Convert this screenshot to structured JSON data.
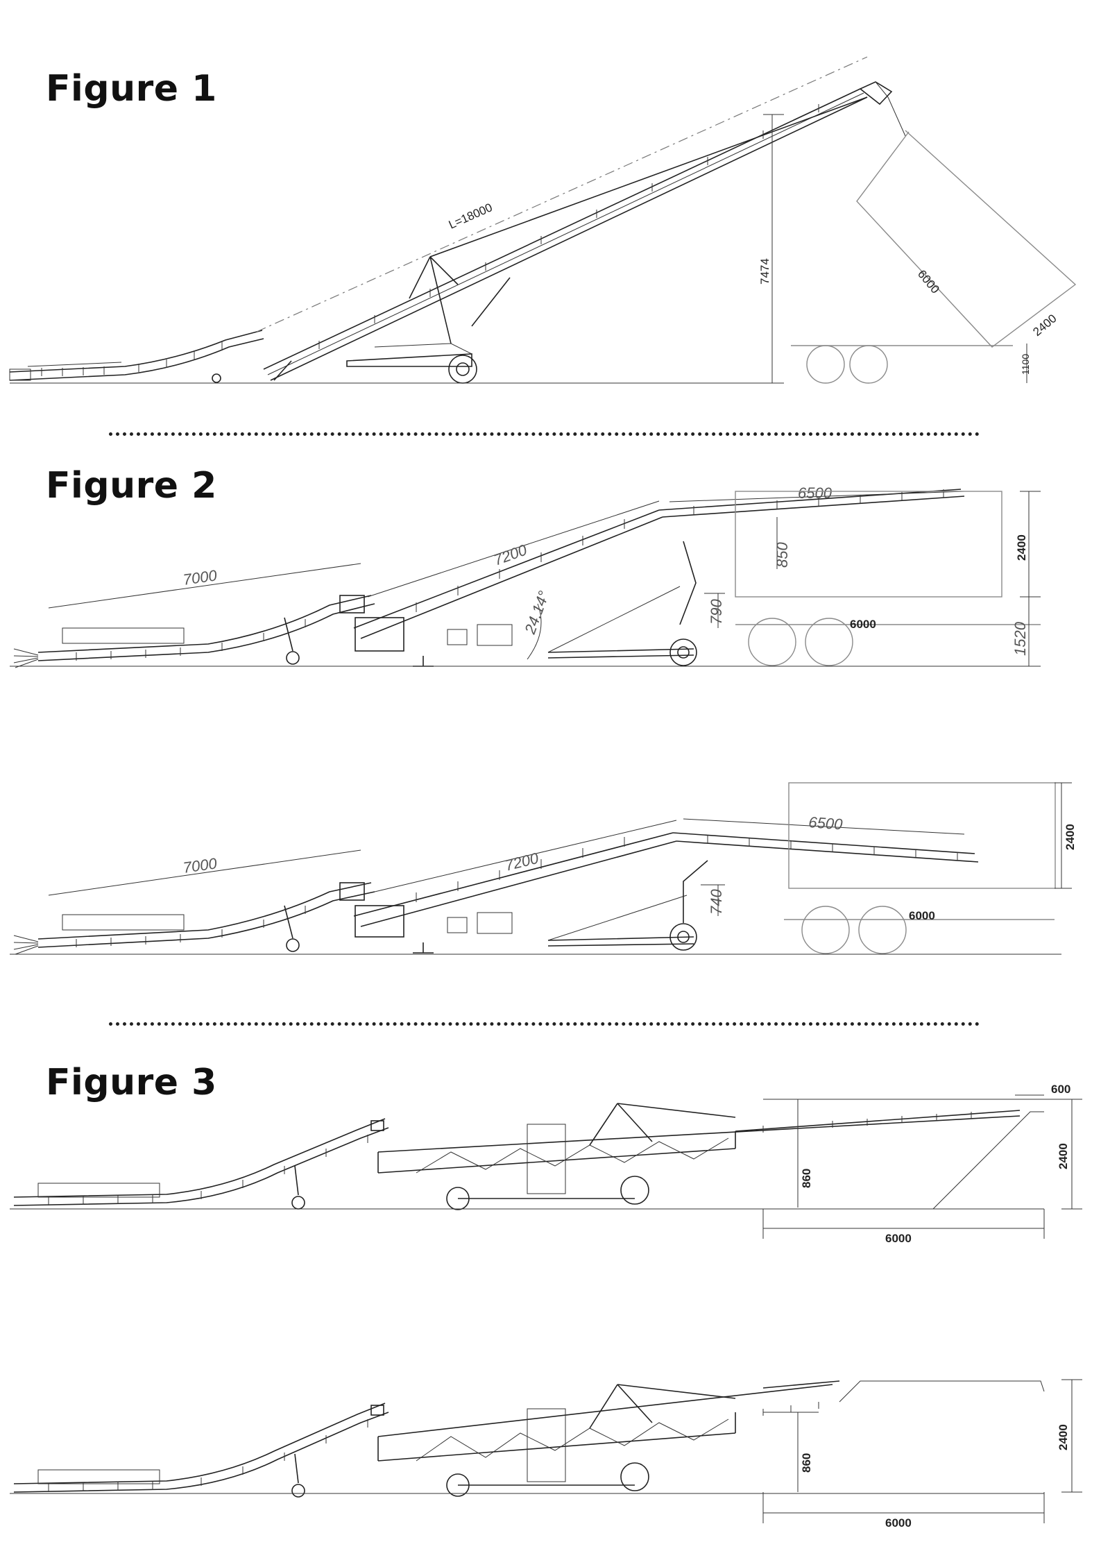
{
  "figures": [
    {
      "title": "Figure 1",
      "dims": {
        "length": "L=18000",
        "height": "7474",
        "truck_length": "6000",
        "truck_width": "2400",
        "truck_bed": "1100"
      }
    },
    {
      "title": "Figure 2",
      "upper": {
        "dims": {
          "feeder": "7000",
          "main": "7200",
          "top": "6500",
          "drop": "850",
          "leg": "790",
          "angle": "24.14°",
          "box_h": "2400",
          "truck_l": "6000",
          "truck_bed": "1520"
        }
      },
      "lower": {
        "dims": {
          "feeder": "7000",
          "main": "7200",
          "top": "6500",
          "leg": "740",
          "box_h": "2400",
          "truck_l": "6000"
        }
      }
    },
    {
      "title": "Figure 3",
      "upper": {
        "dims": {
          "gap": "600",
          "drop": "860",
          "box_h": "2400",
          "truck_l": "6000"
        }
      },
      "lower": {
        "dims": {
          "drop": "860",
          "box_h": "2400",
          "truck_l": "6000"
        }
      }
    }
  ],
  "colors": {
    "ink": "#222222",
    "background": "#ffffff"
  }
}
